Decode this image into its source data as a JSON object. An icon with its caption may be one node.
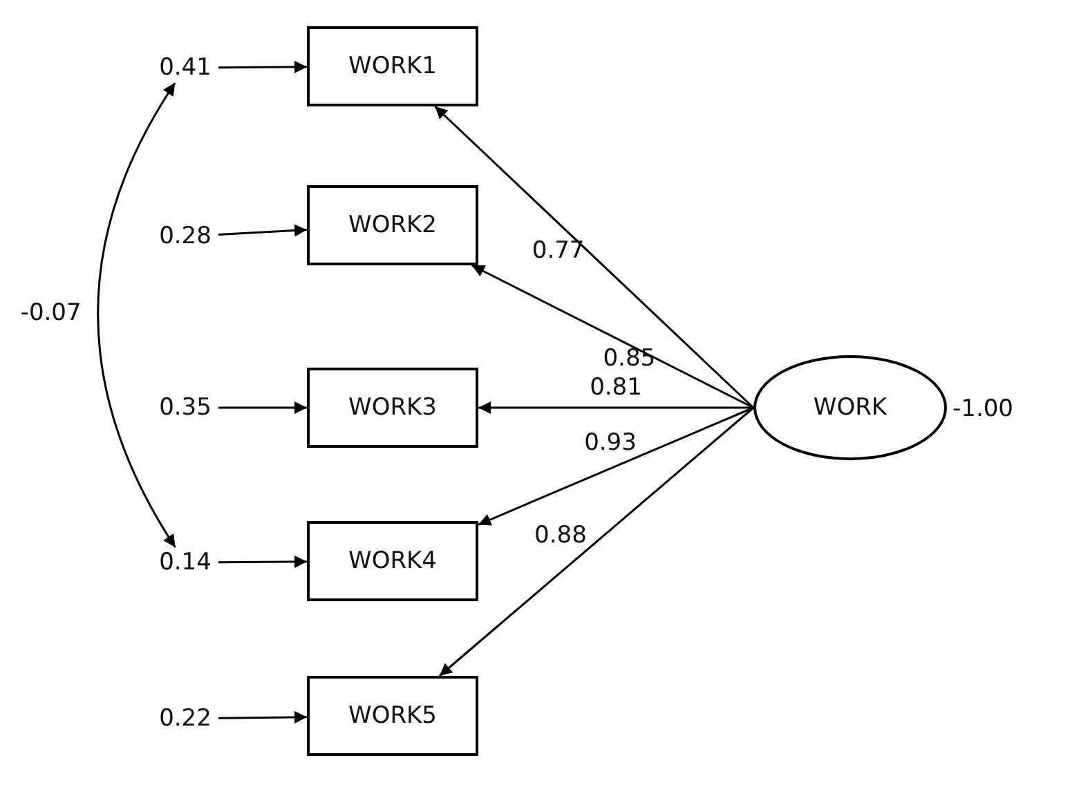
{
  "diagram": {
    "nodes": [
      {
        "text": [
          "0.41"
        ]
      },
      {
        "text": [
          "WORK1"
        ]
      },
      {
        "text": [
          "0.28"
        ]
      },
      {
        "text": [
          "WORK2"
        ]
      },
      {
        "text": [
          "0.35"
        ]
      },
      {
        "text": [
          "WORK3"
        ]
      },
      {
        "text": [
          "WORK"
        ],
        "beside": [
          "-1.00"
        ]
      },
      {
        "text": [
          "0.14"
        ]
      },
      {
        "text": [
          "WORK4"
        ]
      },
      {
        "text": [
          "0.22"
        ]
      },
      {
        "text": [
          "WORK5"
        ]
      }
    ],
    "edges": [
      {
        "from": 0,
        "to": 1,
        "arrow": "to"
      },
      {
        "from": 2,
        "to": 3,
        "arrow": "to"
      },
      {
        "from": 4,
        "to": 5,
        "arrow": "to"
      },
      {
        "from": 7,
        "to": 8,
        "arrow": "to"
      },
      {
        "from": 9,
        "to": 10,
        "arrow": "to"
      },
      {
        "from": 6,
        "to": 1,
        "arrow": "to",
        "label": "0.77"
      },
      {
        "from": 6,
        "to": 3,
        "arrow": "to",
        "label": "0.85"
      },
      {
        "from": 6,
        "to": 5,
        "arrow": "to",
        "label": "0.81"
      },
      {
        "from": 6,
        "to": 8,
        "arrow": "to",
        "label": "0.93"
      },
      {
        "from": 6,
        "to": 10,
        "arrow": "to",
        "label": "0.88"
      },
      {
        "from": 0,
        "to": 7,
        "arrow": "both",
        "label": "-0.07"
      }
    ]
  }
}
